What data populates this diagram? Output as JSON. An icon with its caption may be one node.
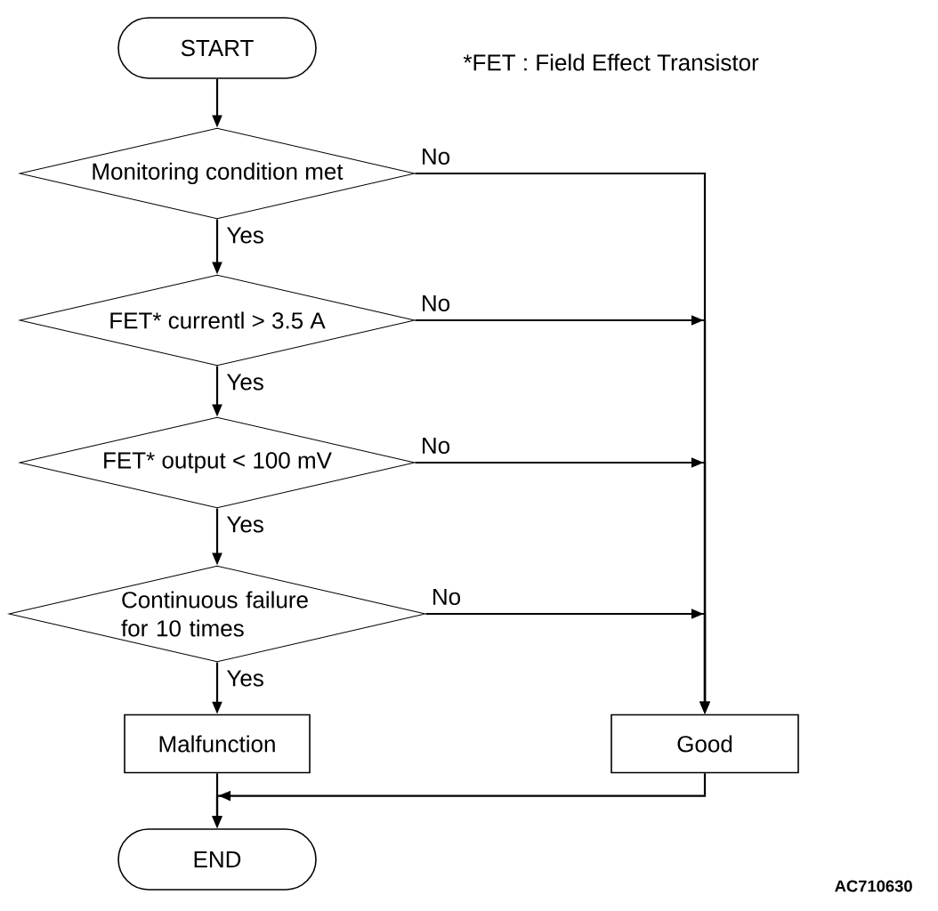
{
  "diagram": {
    "nodes": [
      {
        "text": [
          "START"
        ]
      },
      {
        "text": [
          "Monitoring condition met"
        ]
      },
      {
        "text": [
          "FET* currentl > 3.5 A"
        ]
      },
      {
        "text": [
          "FET* output < 100 mV"
        ]
      },
      {
        "text": [
          "Continuous failure for 10 times"
        ]
      },
      {
        "text": [
          "Malfunction"
        ]
      },
      {
        "text": [
          "Good"
        ]
      },
      {
        "text": [
          "END"
        ]
      }
    ],
    "edges": [
      {
        "from": 0,
        "to": 1,
        "arrow": "to"
      },
      {
        "from": 1,
        "to": 2,
        "label": "Yes",
        "arrow": "to"
      },
      {
        "from": 1,
        "to": 6,
        "label": "No",
        "arrow": "to"
      },
      {
        "from": 2,
        "to": 3,
        "label": "Yes",
        "arrow": "to"
      },
      {
        "from": 2,
        "to": 6,
        "label": "No",
        "arrow": "to"
      },
      {
        "from": 3,
        "to": 4,
        "label": "Yes",
        "arrow": "to"
      },
      {
        "from": 3,
        "to": 6,
        "label": "No",
        "arrow": "to"
      },
      {
        "from": 4,
        "to": 5,
        "label": "Yes",
        "arrow": "to"
      },
      {
        "from": 4,
        "to": 6,
        "label": "No",
        "arrow": "to"
      },
      {
        "from": 5,
        "to": 7,
        "arrow": "to"
      },
      {
        "from": 6,
        "to": 7,
        "arrow": "to"
      }
    ],
    "labels": [
      "*FET : Field Effect Transistor",
      "AC710630"
    ]
  }
}
